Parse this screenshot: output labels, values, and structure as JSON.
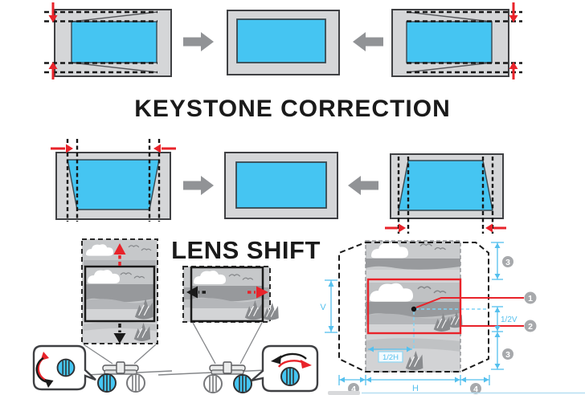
{
  "titles": {
    "keystone_correction": "KEYSTONE CORRECTION",
    "lens_shift": "LENS SHIFT"
  },
  "dimensions": {
    "v": "V",
    "half_v": "1/2V",
    "half_h": "1/2H",
    "h": "H"
  },
  "callouts": {
    "center_point": "1",
    "projected_image": "2",
    "vertical_range_top": "3",
    "vertical_range_bottom": "3",
    "horizontal_range_left": "4",
    "horizontal_range_right": "4"
  },
  "colors": {
    "screen_cyan": "#45c5f2",
    "frame_gray": "#d5d6d8",
    "frame_border": "#3f4043",
    "gray_arrow": "#919396",
    "red_accent": "#e8232a",
    "dimension_blue": "#55c0ee",
    "callout_gray": "#a7a9ac"
  }
}
